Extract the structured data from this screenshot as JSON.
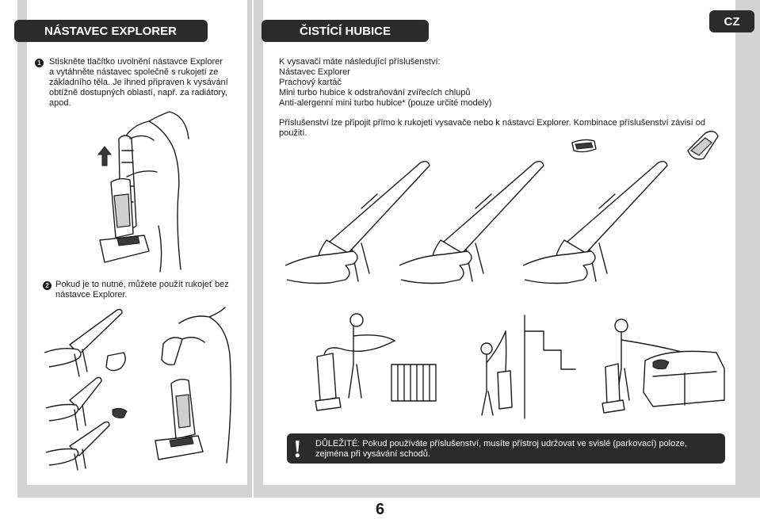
{
  "left_panel": {
    "title": "NÁSTAVEC EXPLORER",
    "step1_number": "1",
    "step1_text": "Stiskněte tlačítko uvolnění nástavce Explorer a vytáhněte nástavec společně s rukojetí ze základního těla. Je ihned připraven k vysávání obtížně dostupných oblastí, např. za radiátory, apod.",
    "step2_number": "2",
    "step2_text": "Pokud je to nutné, můžete použít rukojeť bez nástavce Explorer."
  },
  "right_panel": {
    "title": "ČISTÍCÍ HUBICE",
    "intro": "K vysavači máte následující příslušenství:",
    "accessories": [
      "Nástavec Explorer",
      "Prachový kartáč",
      "Mini turbo hubice k odstraňování zvířecích chlupů",
      "Anti-alergenní mini turbo hubice* (pouze určité modely)"
    ],
    "connect_text": "Příslušenství lze připojit přímo k rukojeti vysavače nebo k nástavci Explorer. Kombinace příslušenství závisí od použití.",
    "notice_mark": "!",
    "notice_text": "DŮLEŽITÉ: Pokud používáte příslušenství, musíte přístroj udržovat ve svislé (parkovací) poloze, zejména při vysávání schodů."
  },
  "language_badge": "CZ",
  "page_number": "6"
}
